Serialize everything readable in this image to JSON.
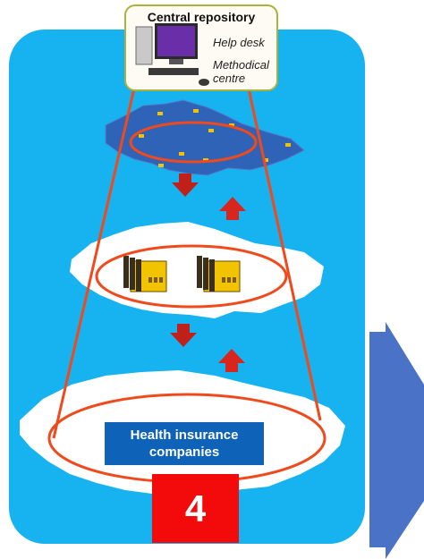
{
  "repository": {
    "title": "Central repository",
    "line1": "Help desk",
    "line2": "Methodical centre"
  },
  "insurers": {
    "label": "Health insurance companies"
  },
  "count": {
    "value": "4"
  },
  "colors": {
    "panel": "#17b2f0",
    "cone": "#f04a1c",
    "arrow_down": "#c0201a",
    "arrow_up": "#d8261e",
    "big_arrow": "#4a72c6",
    "label_box": "#0e62b8",
    "number_box": "#f30b0b"
  }
}
